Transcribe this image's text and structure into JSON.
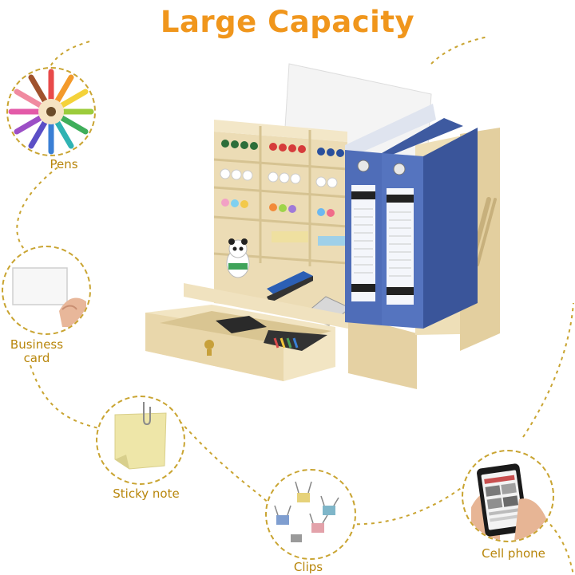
{
  "title": "Large Capacity",
  "colors": {
    "title": "#f0961c",
    "label": "#b8860b",
    "dash": "#c9a431",
    "wood": "#ead9b0",
    "binder": "#4f6db8"
  },
  "labels": {
    "pens": "Pens",
    "business_card_line1": "Business",
    "business_card_line2": "card",
    "sticky_note": "Sticky note",
    "clips": "Clips",
    "cell_phone": "Cell phone"
  },
  "icons": [
    "pencils-icon",
    "business-card-icon",
    "sticky-note-icon",
    "binder-clips-icon",
    "cell-phone-icon"
  ]
}
